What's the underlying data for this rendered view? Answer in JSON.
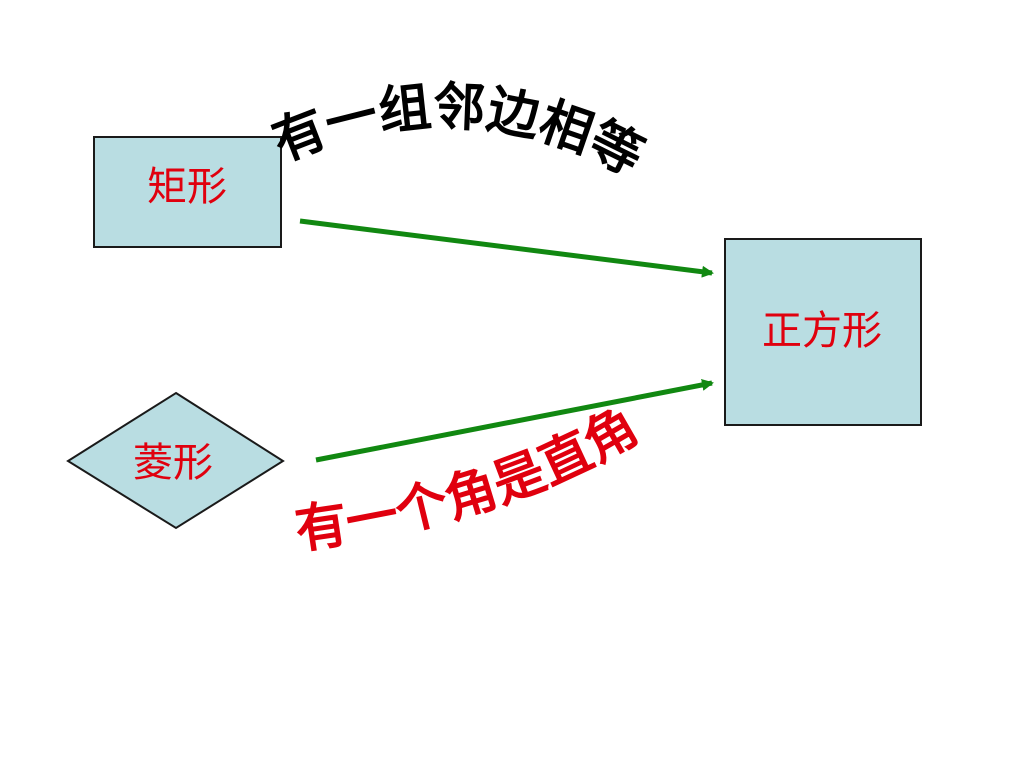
{
  "nodes": {
    "rectangle": "矩形",
    "rhombus": "菱形",
    "square": "正方形"
  },
  "edges": {
    "top": {
      "label": "有一组邻边相等"
    },
    "bottom": {
      "label": "有一个角是直角"
    }
  },
  "colors": {
    "fill": "#b9dde2",
    "stroke": "#1a1a1a",
    "node_text": "#e0000e",
    "arrow": "#118811",
    "top_label": "#000000",
    "bottom_label": "#e0000e"
  }
}
